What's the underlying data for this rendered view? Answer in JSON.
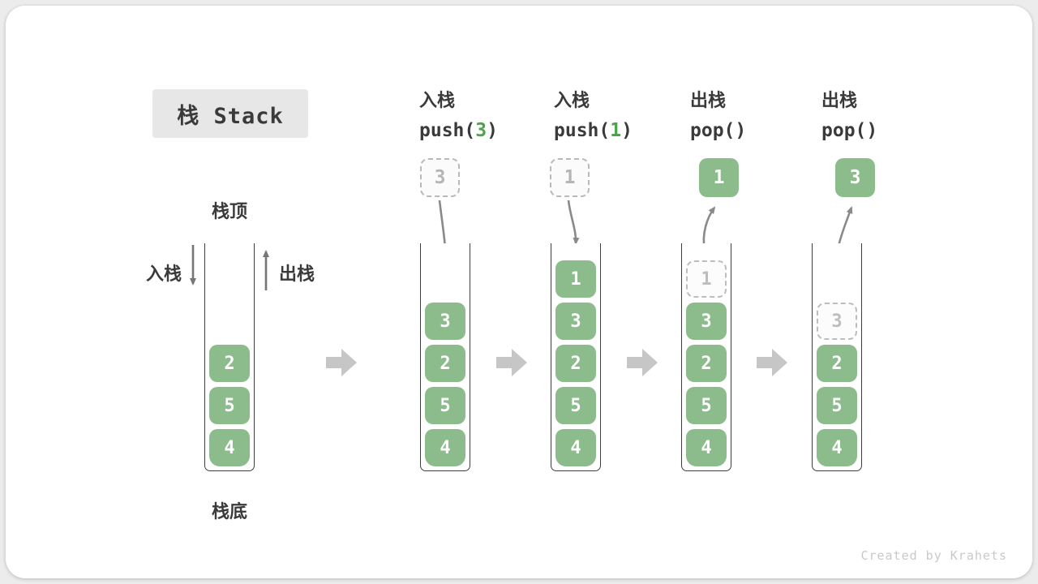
{
  "title": {
    "text": "栈 Stack"
  },
  "side_labels": {
    "stack_top": "栈顶",
    "stack_bottom": "栈底",
    "push": "入栈",
    "pop": "出栈"
  },
  "operations": [
    {
      "name": "入栈",
      "code_pre": "push(",
      "arg": "3",
      "code_post": ")"
    },
    {
      "name": "入栈",
      "code_pre": "push(",
      "arg": "1",
      "code_post": ")"
    },
    {
      "name": "出栈",
      "code_pre": "pop(",
      "arg": "",
      "code_post": ")"
    },
    {
      "name": "出栈",
      "code_pre": "pop(",
      "arg": "",
      "code_post": ")"
    }
  ],
  "stacks": [
    {
      "state": "initial",
      "blocks": [
        {
          "v": "2"
        },
        {
          "v": "5"
        },
        {
          "v": "4"
        }
      ]
    },
    {
      "state": "push-3",
      "floating": {
        "style": "dashed",
        "v": "3"
      },
      "blocks": [
        {
          "v": "3"
        },
        {
          "v": "2"
        },
        {
          "v": "5"
        },
        {
          "v": "4"
        }
      ]
    },
    {
      "state": "push-1",
      "floating": {
        "style": "dashed",
        "v": "1"
      },
      "blocks": [
        {
          "v": "1"
        },
        {
          "v": "3"
        },
        {
          "v": "2"
        },
        {
          "v": "5"
        },
        {
          "v": "4"
        }
      ]
    },
    {
      "state": "pop-1",
      "floating": {
        "style": "solid",
        "v": "1"
      },
      "blocks": [
        {
          "v": "1",
          "ghost": true
        },
        {
          "v": "3"
        },
        {
          "v": "2"
        },
        {
          "v": "5"
        },
        {
          "v": "4"
        }
      ]
    },
    {
      "state": "pop-3",
      "floating": {
        "style": "solid",
        "v": "3"
      },
      "blocks": [
        {
          "v": "3",
          "ghost": true
        },
        {
          "v": "2"
        },
        {
          "v": "5"
        },
        {
          "v": "4"
        }
      ]
    }
  ],
  "watermark": "Created by Krahets",
  "colors": {
    "block_green": "#8cbc8c",
    "code_green": "#4aa44a",
    "ghost_gray": "#b9b9b9",
    "curve_arrow_gray": "#8a8a8a",
    "transition_arrow_gray": "#c6c6c6",
    "text_dark": "#3a3a3a",
    "title_bg": "#e7e7e7"
  }
}
